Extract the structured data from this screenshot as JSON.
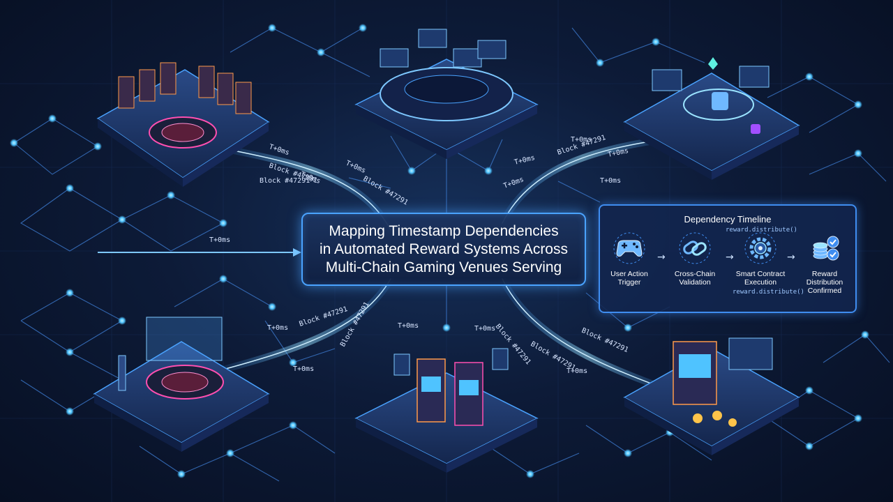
{
  "title": {
    "line1": "Mapping Timestamp Dependencies",
    "line2": "in Automated Reward Systems Across",
    "line3": "Multi-Chain Gaming Venues Serving"
  },
  "labels": {
    "t0": "T+0ms",
    "block": "Block #47291"
  },
  "timeline": {
    "title": "Dependency Timeline",
    "function_call": "reward.distribute()",
    "steps": [
      {
        "icon": "gamepad-icon",
        "line1": "User Action",
        "line2": "Trigger"
      },
      {
        "icon": "chain-link-icon",
        "line1": "Cross-Chain",
        "line2": "Validation"
      },
      {
        "icon": "gear-icon",
        "line1": "Smart Contract",
        "line2": "Execution"
      },
      {
        "icon": "coin-stack-icon",
        "line1": "Reward",
        "line2": "Distribution",
        "line3": "Confirmed"
      }
    ]
  },
  "colors": {
    "accent": "#4aa3ff",
    "glow": "#6fd3ff",
    "background": "#0d1b38",
    "platform": "#1e3566",
    "neon_pink": "#ff4fb0"
  }
}
